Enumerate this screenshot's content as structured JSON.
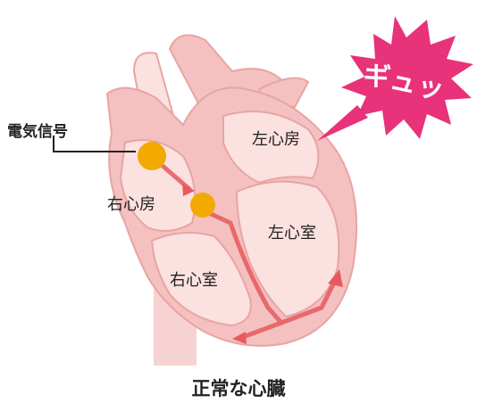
{
  "labels": {
    "electric_signal": "電気信号",
    "right_atrium": "右心房",
    "left_atrium": "左心房",
    "right_ventricle": "右心室",
    "left_ventricle": "左心室",
    "caption": "正常な心臓",
    "burst": "ギュッ"
  },
  "colors": {
    "heart_outer": "#f4c1c0",
    "heart_inner": "#fbe1df",
    "heart_line": "#e8a4a3",
    "signal_node": "#f2a900",
    "signal_path": "#e7595e",
    "burst": "#e8327a"
  }
}
